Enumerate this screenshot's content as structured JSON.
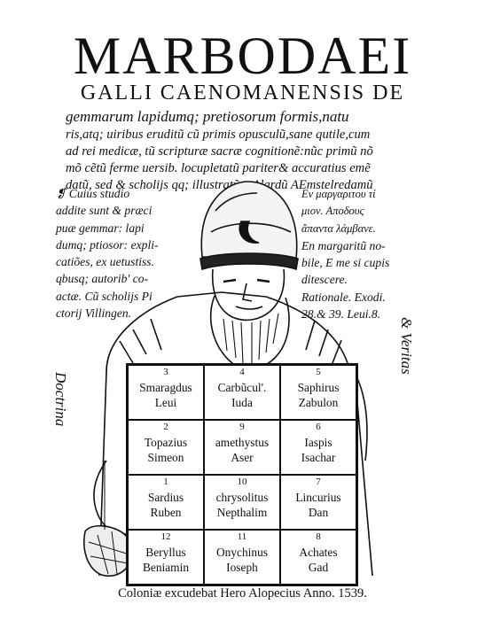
{
  "title": "MARBODAEI",
  "subtitle": "GALLI CAENOMANENSIS DE",
  "intro_lines": [
    "gemmarum lapidumq; pretiosorum formis,natu",
    "ris,atq; uiribus eruditũ cũ primis opusculũ,sane qutile,cum",
    "ad rei medicæ, tũ scripturæ sacræ cognitionẽ:nũc primũ nõ",
    "mõ cẽtũ ferme uersib. locupletatũ pariter& accuratius emẽ",
    "datũ, sed & scholijs qq; illustratũ p Alardũ AEmstelredamũ"
  ],
  "left_note": [
    "❡ Cuius studio",
    "addite sunt & præci",
    "puæ gemmar: lapi",
    "dumq; ptiosor: expli-",
    "catiões, ex uetustiss.",
    "qbusq; autorib' co-",
    "actæ. Cũ scholijs Pi",
    "ctorij Villingen."
  ],
  "right_note": {
    "greek_1": "Εν μαργαριτου τί",
    "greek_2": "μιον. Αποδους",
    "greek_3": "ἄπαντα λάμβανε.",
    "latin": [
      "En margaritũ no-",
      "bile, E me si cupis",
      "ditescere.",
      "Rationale. Exodi.",
      "28.& 39. Leui.8."
    ]
  },
  "side_left": "Doctrina",
  "side_right": "& Veritas",
  "stones": [
    {
      "num": "3",
      "stone": "Smaragdus",
      "tribe": "Leui"
    },
    {
      "num": "4",
      "stone": "Carbũcul'.",
      "tribe": "Iuda"
    },
    {
      "num": "5",
      "stone": "Saphirus",
      "tribe": "Zabulon"
    },
    {
      "num": "2",
      "stone": "Topazius",
      "tribe": "Simeon"
    },
    {
      "num": "9",
      "stone": "amethystus",
      "tribe": "Aser"
    },
    {
      "num": "6",
      "stone": "Iaspis",
      "tribe": "Isachar"
    },
    {
      "num": "1",
      "stone": "Sardius",
      "tribe": "Ruben"
    },
    {
      "num": "10",
      "stone": "chrysolitus",
      "tribe": "Nepthalim"
    },
    {
      "num": "7",
      "stone": "Lincurius",
      "tribe": "Dan"
    },
    {
      "num": "12",
      "stone": "Beryllus",
      "tribe": "Beniamin"
    },
    {
      "num": "11",
      "stone": "Onychinus",
      "tribe": "Ioseph"
    },
    {
      "num": "8",
      "stone": "Achates",
      "tribe": "Gad"
    }
  ],
  "colophon": "Coloniæ excudebat Hero Alopecius Anno. 1539."
}
